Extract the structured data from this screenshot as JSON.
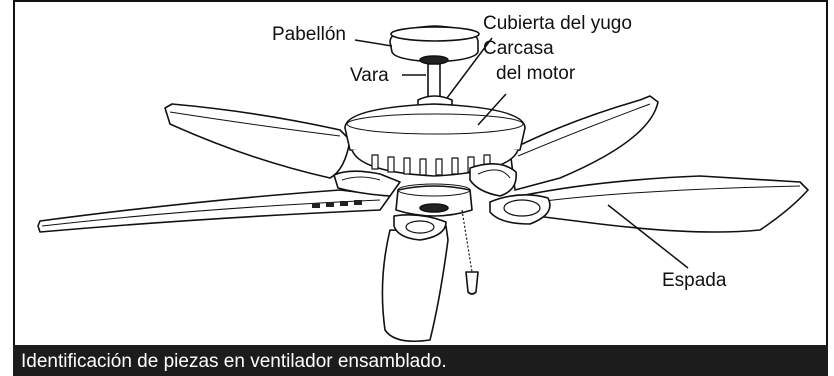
{
  "labels": {
    "canopy": "Pabellón",
    "yoke_cover": "Cubierta del yugo",
    "motor_housing_line1": "Carcasa",
    "motor_housing_line2": "del motor",
    "downrod": "Vara",
    "blade": "Espada"
  },
  "caption": "Identificación de piezas en ventilador ensamblado."
}
